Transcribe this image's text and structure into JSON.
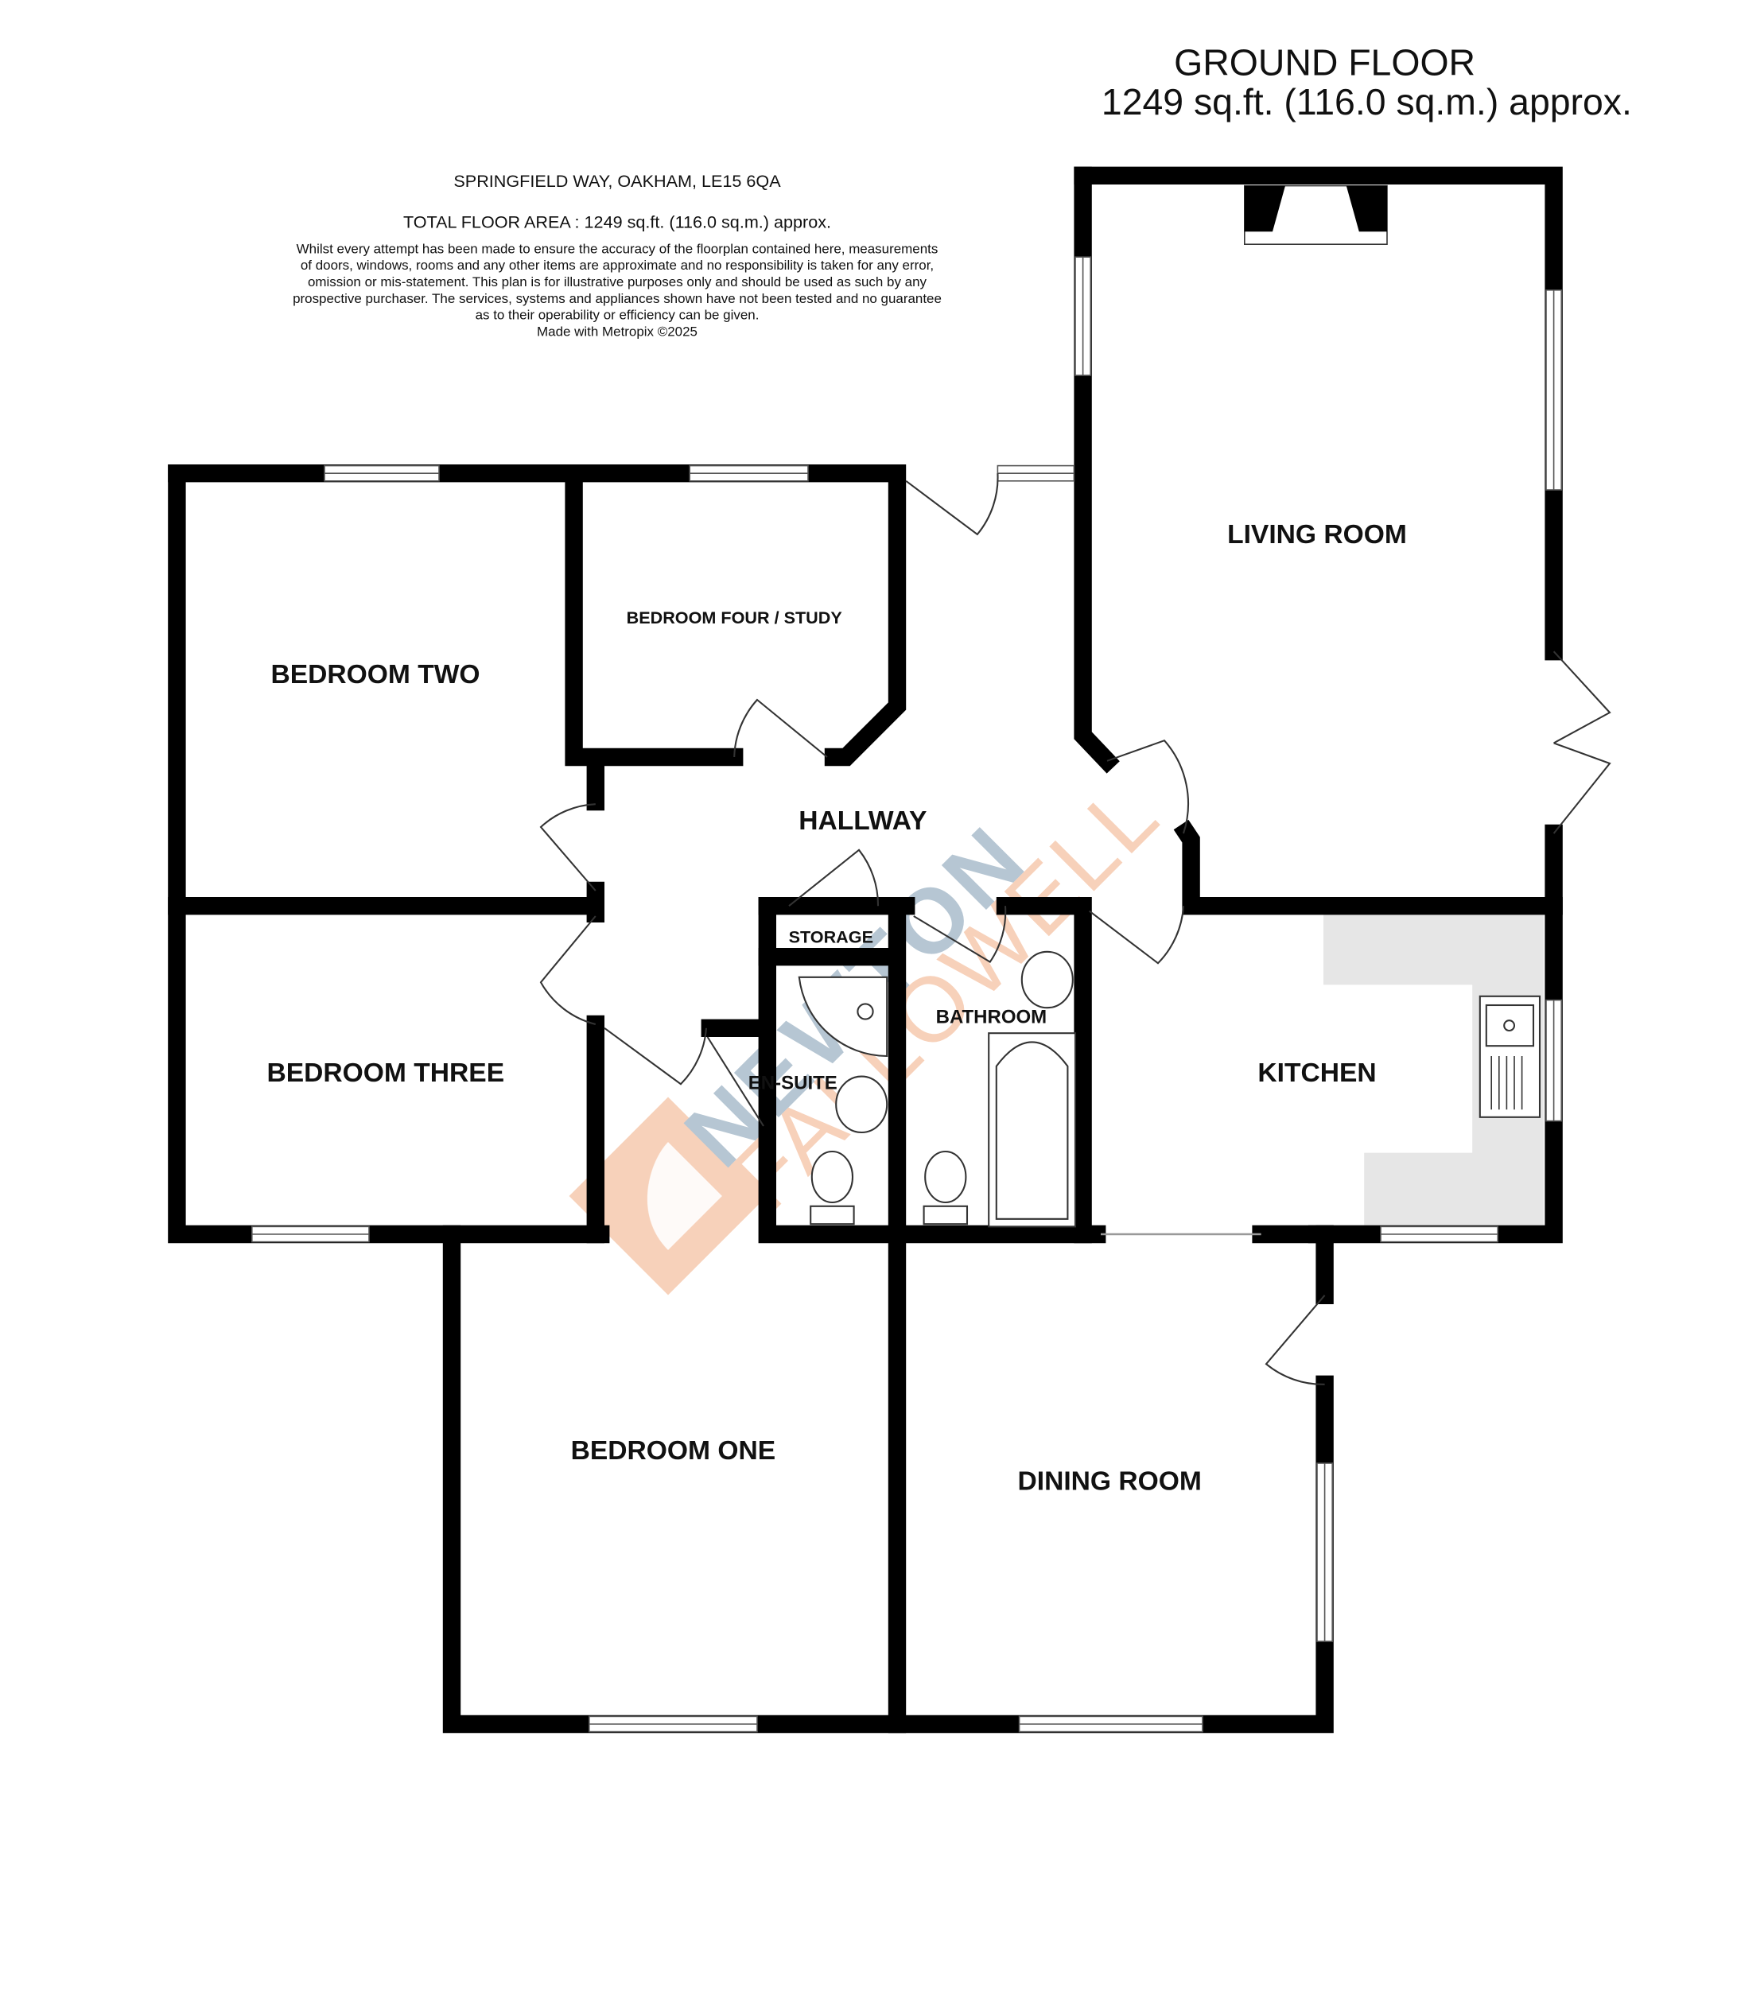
{
  "header": {
    "floor_title": "GROUND FLOOR",
    "floor_area": "1249 sq.ft. (116.0 sq.m.) approx.",
    "address": "SPRINGFIELD WAY, OAKHAM, LE15 6QA",
    "total_area": "TOTAL FLOOR AREA : 1249 sq.ft. (116.0 sq.m.) approx.",
    "disclaimer": [
      "Whilst every attempt has been made to ensure the accuracy of the floorplan contained here, measurements",
      "of doors, windows, rooms and any other items are approximate and no responsibility is taken for any error,",
      "omission or mis-statement. This plan is for illustrative purposes only and should be used as such by any",
      "prospective purchaser. The services, systems and appliances shown have not been tested and no guarantee",
      "as to their operability or efficiency can be given."
    ],
    "credit": "Made with Metropix ©2025"
  },
  "rooms": {
    "living_room": "LIVING ROOM",
    "bedroom_two": "BEDROOM TWO",
    "bedroom_four": "BEDROOM FOUR / STUDY",
    "hallway": "HALLWAY",
    "storage": "STORAGE",
    "bathroom": "BATHROOM",
    "en_suite": "EN-SUITE",
    "kitchen": "KITCHEN",
    "bedroom_three": "BEDROOM THREE",
    "bedroom_one": "BEDROOM ONE",
    "dining_room": "DINING ROOM"
  },
  "watermark": {
    "line1": "NEWTON",
    "line2": "FALLOWELL",
    "colors": {
      "newton": "#a9bccb",
      "fallowell": "#f6c9ae",
      "logo": "#f6c9ae"
    }
  },
  "colors": {
    "wall": "#000000",
    "counter": "#e6e6e6"
  }
}
